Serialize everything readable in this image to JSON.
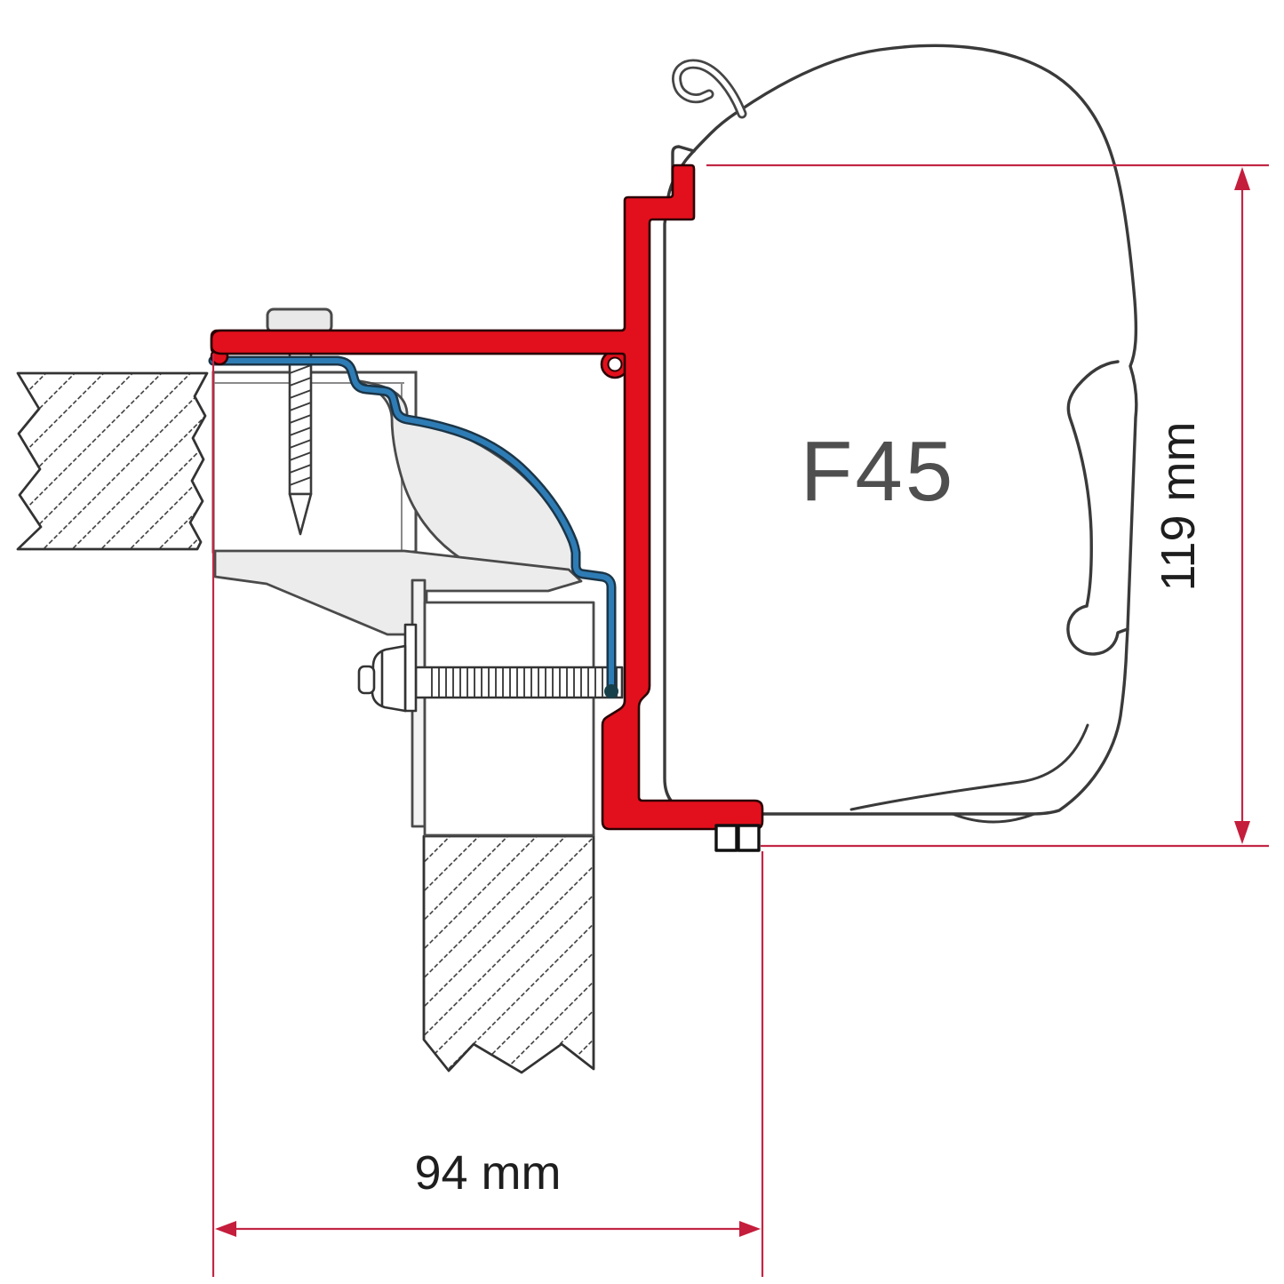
{
  "diagram": {
    "product_label": "F45",
    "dimensions": {
      "width_label": "94 mm",
      "height_label": "119 mm"
    },
    "colors": {
      "profile-red": "#e2101c",
      "profile-outline": "#2a0003",
      "dim-line": "#c22745",
      "dim-arrow": "#c51d3c",
      "seal-blue": "#2e7cb5",
      "seal-dark": "#1b3547",
      "case-stroke": "#3a3a3a",
      "metal-stroke": "#4a4a4a",
      "metal-fill": "#ececec",
      "hatch-ink": "#2f2f2f",
      "label-ink": "#1e1e1e",
      "case-label": "#4f4f4f"
    }
  }
}
